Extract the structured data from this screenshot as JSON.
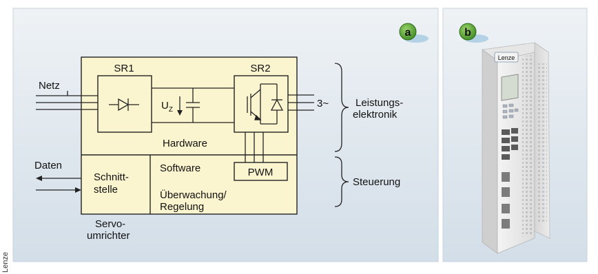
{
  "badges": {
    "a": "a",
    "b": "b"
  },
  "diagram": {
    "netz": "Netz",
    "sr1": "SR1",
    "sr2": "SR2",
    "uz_main": "U",
    "uz_sub": "Z",
    "three_phase": "3~",
    "hardware": "Hardware",
    "software": "Software",
    "pwm": "PWM",
    "daten": "Daten",
    "schnittstelle": [
      "Schnitt-",
      "stelle"
    ],
    "ueberwachung": [
      "Überwachung/",
      "Regelung"
    ],
    "servoumrichter": [
      "Servo-",
      "umrichter"
    ],
    "leistungselektronik": [
      "Leistungs-",
      "elektronik"
    ],
    "steuerung": "Steuerung"
  },
  "device": {
    "logo": "Lenze"
  },
  "credit": "Lenze",
  "colors": {
    "panel_bg": "#dfe7ee",
    "block_fill": "#fbf5cf",
    "badge_green": "#5fa33a"
  }
}
